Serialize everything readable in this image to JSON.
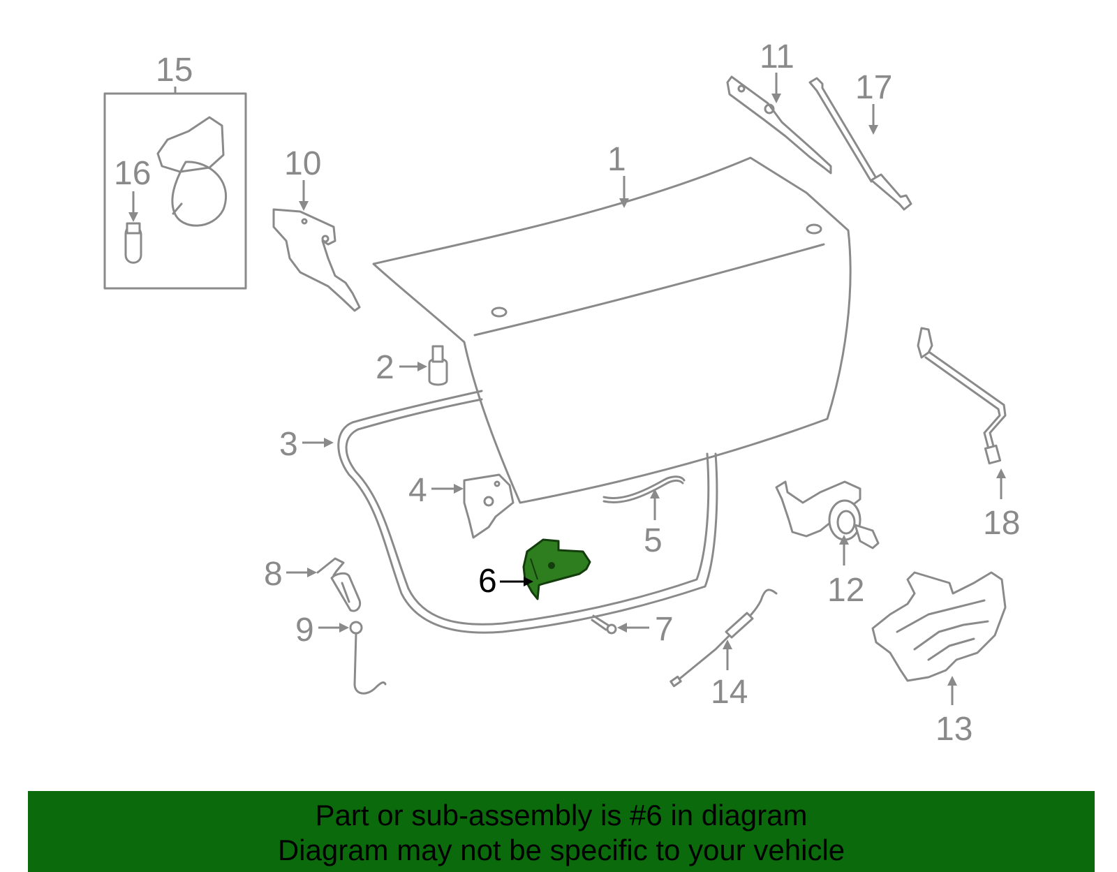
{
  "diagram": {
    "labels": {
      "p1": "1",
      "p2": "2",
      "p3": "3",
      "p4": "4",
      "p5": "5",
      "p6": "6",
      "p7": "7",
      "p8": "8",
      "p9": "9",
      "p10": "10",
      "p11": "11",
      "p12": "12",
      "p13": "13",
      "p14": "14",
      "p15": "15",
      "p16": "16",
      "p17": "17",
      "p18": "18"
    },
    "highlighted_part": "6",
    "highlight_color": "#2e7d1f",
    "line_color": "#8a8a8a"
  },
  "banner": {
    "line1": "Part or sub-assembly is #6 in diagram",
    "line2": "Diagram may not be specific to your vehicle",
    "background_color": "#0b6a0b"
  }
}
